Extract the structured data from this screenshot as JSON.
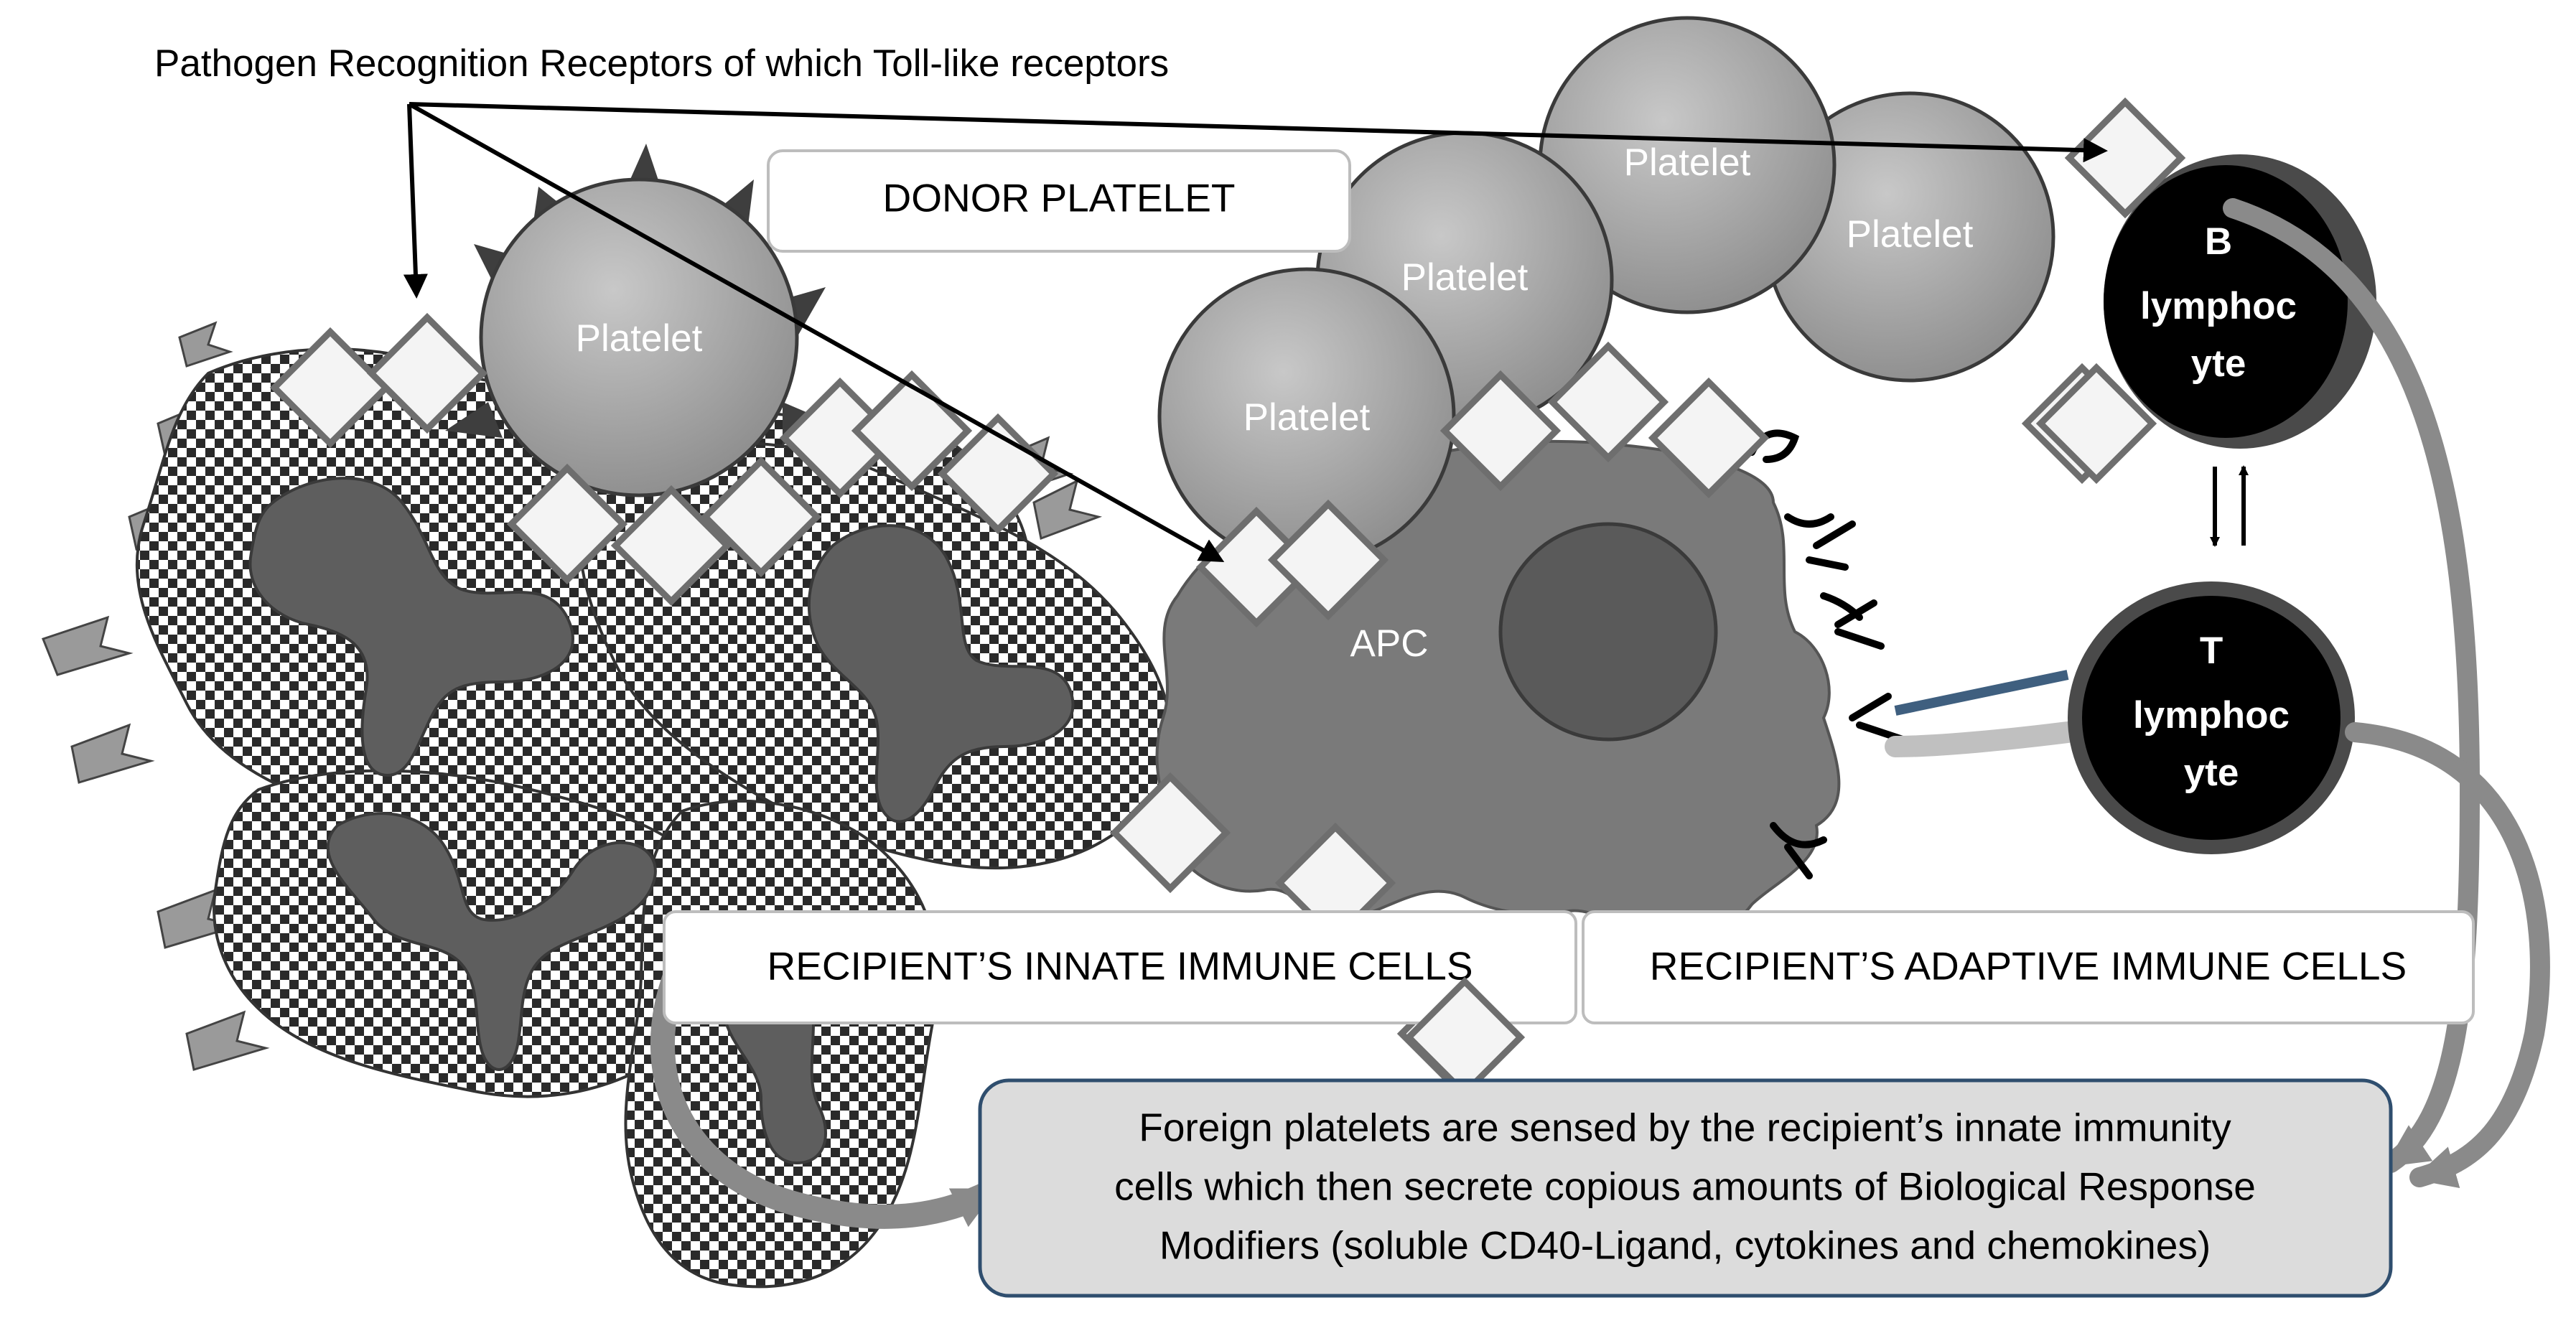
{
  "labels": {
    "prr": "Pathogen Recognition Receptors of which Toll-like receptors",
    "donor_platelet": "DONOR PLATELET",
    "innate": "RECIPIENT’S INNATE IMMUNE CELLS",
    "adaptive": "RECIPIENT’S ADAPTIVE IMMUNE CELLS",
    "apc": "APC",
    "platelet": "Platelet",
    "b_lymphocyte": [
      "B",
      "lymphoc",
      "yte"
    ],
    "t_lymphocyte": [
      "T",
      "lymphoc",
      "yte"
    ],
    "summary": [
      "Foreign platelets are sensed by the recipient’s innate immunity",
      "cells which then secrete copious amounts of Biological Response",
      "Modifiers (soluble CD40-Ligand, cytokines and chemokines)"
    ]
  },
  "colors": {
    "platelet_fill": "#a8a8a8",
    "apc_fill": "#7a7a7a",
    "lymphocyte_fill": "#000000",
    "receptor_stroke": "#6e6e6e",
    "summary_fill": "#dcdcdc",
    "summary_border": "#2f4e6e"
  }
}
